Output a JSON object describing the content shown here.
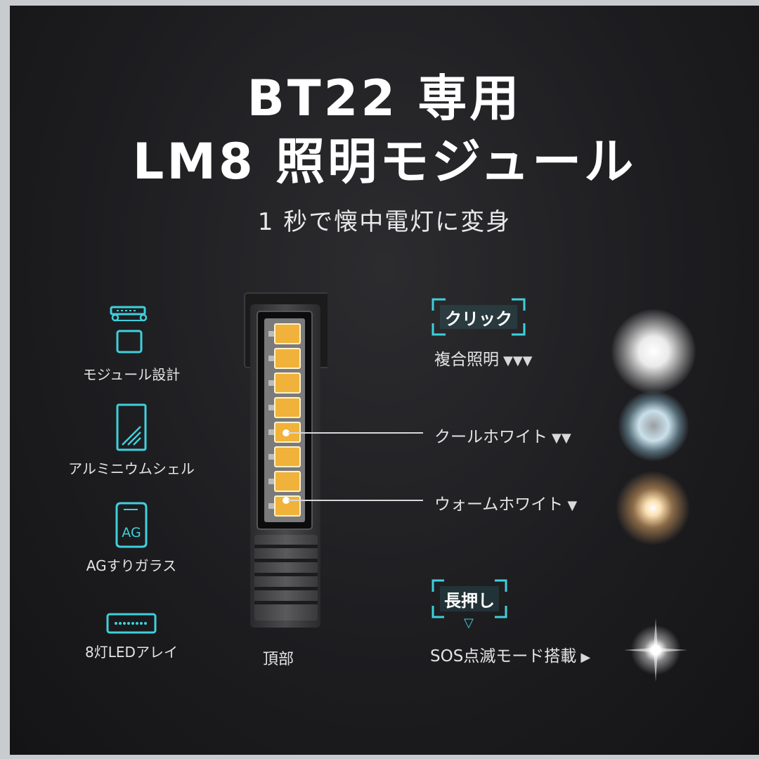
{
  "header": {
    "title_line1": "BT22 専用",
    "title_line2": "LM8 照明モジュール",
    "subtitle": "1 秒で懐中電灯に変身"
  },
  "features": [
    {
      "label": "モジュール設計",
      "icon": "module-icon"
    },
    {
      "label": "アルミニウムシェル",
      "icon": "aluminum-shell-icon"
    },
    {
      "label": "AGすりガラス",
      "icon": "ag-glass-icon",
      "icon_text": "AG"
    },
    {
      "label": "8灯LEDアレイ",
      "icon": "led-array-icon"
    }
  ],
  "device": {
    "label": "頂部",
    "led_count": 8
  },
  "click_section": {
    "badge": "クリック",
    "modes": [
      {
        "label": "複合照明",
        "arrows": "▼▼▼"
      },
      {
        "label": "クールホワイト",
        "arrows": "▼▼"
      },
      {
        "label": "ウォームホワイト",
        "arrows": "▼"
      }
    ]
  },
  "long_press_section": {
    "badge": "長押し",
    "pointer": "▽",
    "mode_label": "SOS点滅モード搭載",
    "arrow": "▶"
  },
  "colors": {
    "accent": "#3fd0dc",
    "background": "#1d1d20",
    "warm_led": "#f0b23a",
    "text": "#e4e4e4"
  }
}
